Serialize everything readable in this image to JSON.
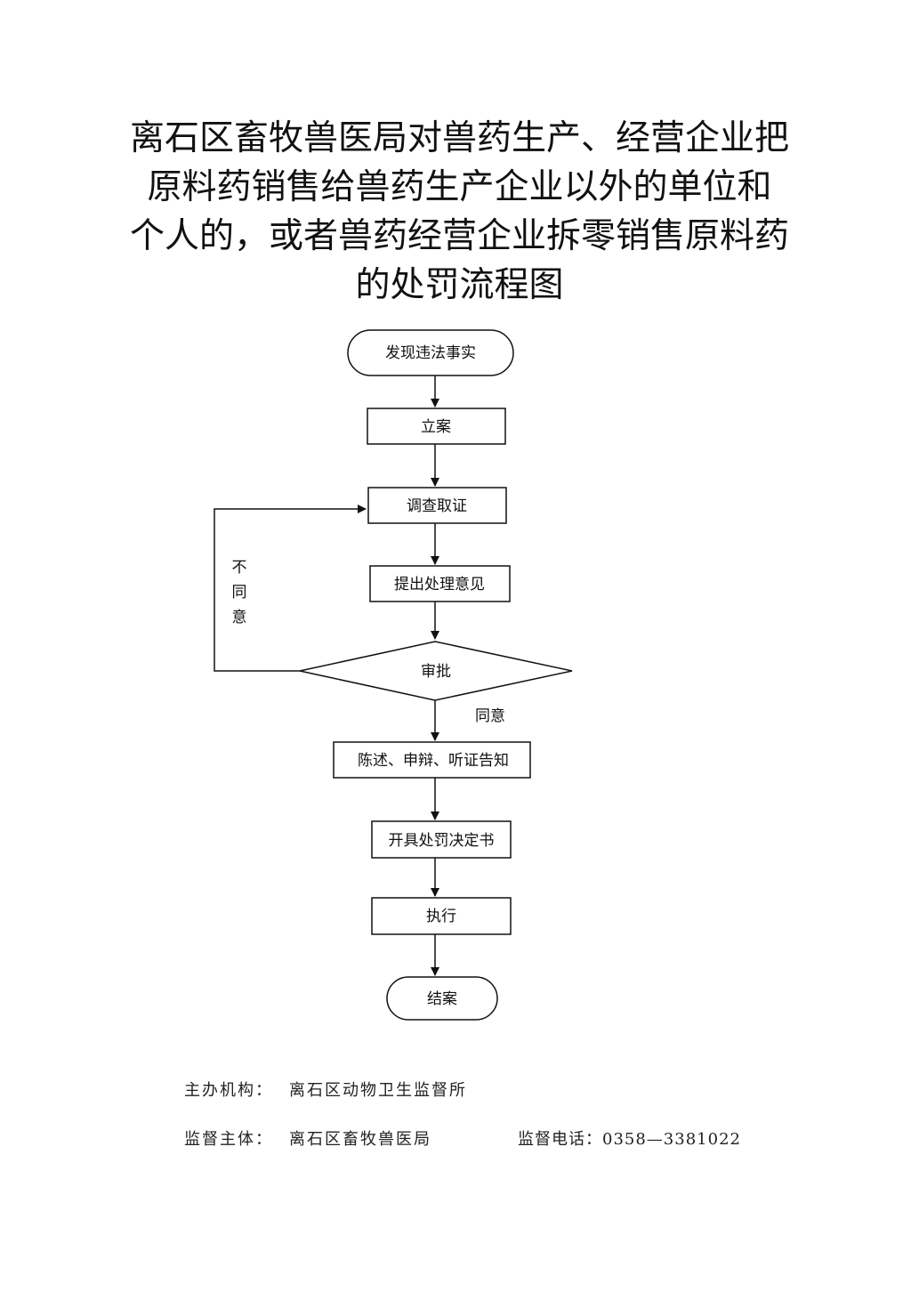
{
  "title_lines": [
    "离石区畜牧兽医局对兽药生产、经营企业把",
    "原料药销售给兽药生产企业以外的单位和",
    "个人的，或者兽药经营企业拆零销售原料药",
    "的处罚流程图"
  ],
  "flow": {
    "start": "发现违法事实",
    "step1": "立案",
    "step2": "调查取证",
    "step3": "提出处理意见",
    "decision": "审批",
    "reject_label": [
      "不",
      "同",
      "意"
    ],
    "approve_label": "同意",
    "step4": "陈述、申辩、听证告知",
    "step5": "开具处罚决定书",
    "step6": "执行",
    "end": "结案"
  },
  "footer": {
    "host_label": "主办机构：",
    "host_value": "离石区动物卫生监督所",
    "supervisor_label": "监督主体：",
    "supervisor_value": "离石区畜牧兽医局",
    "phone_label": "监督电话：",
    "phone_value": "0358—3381022"
  }
}
